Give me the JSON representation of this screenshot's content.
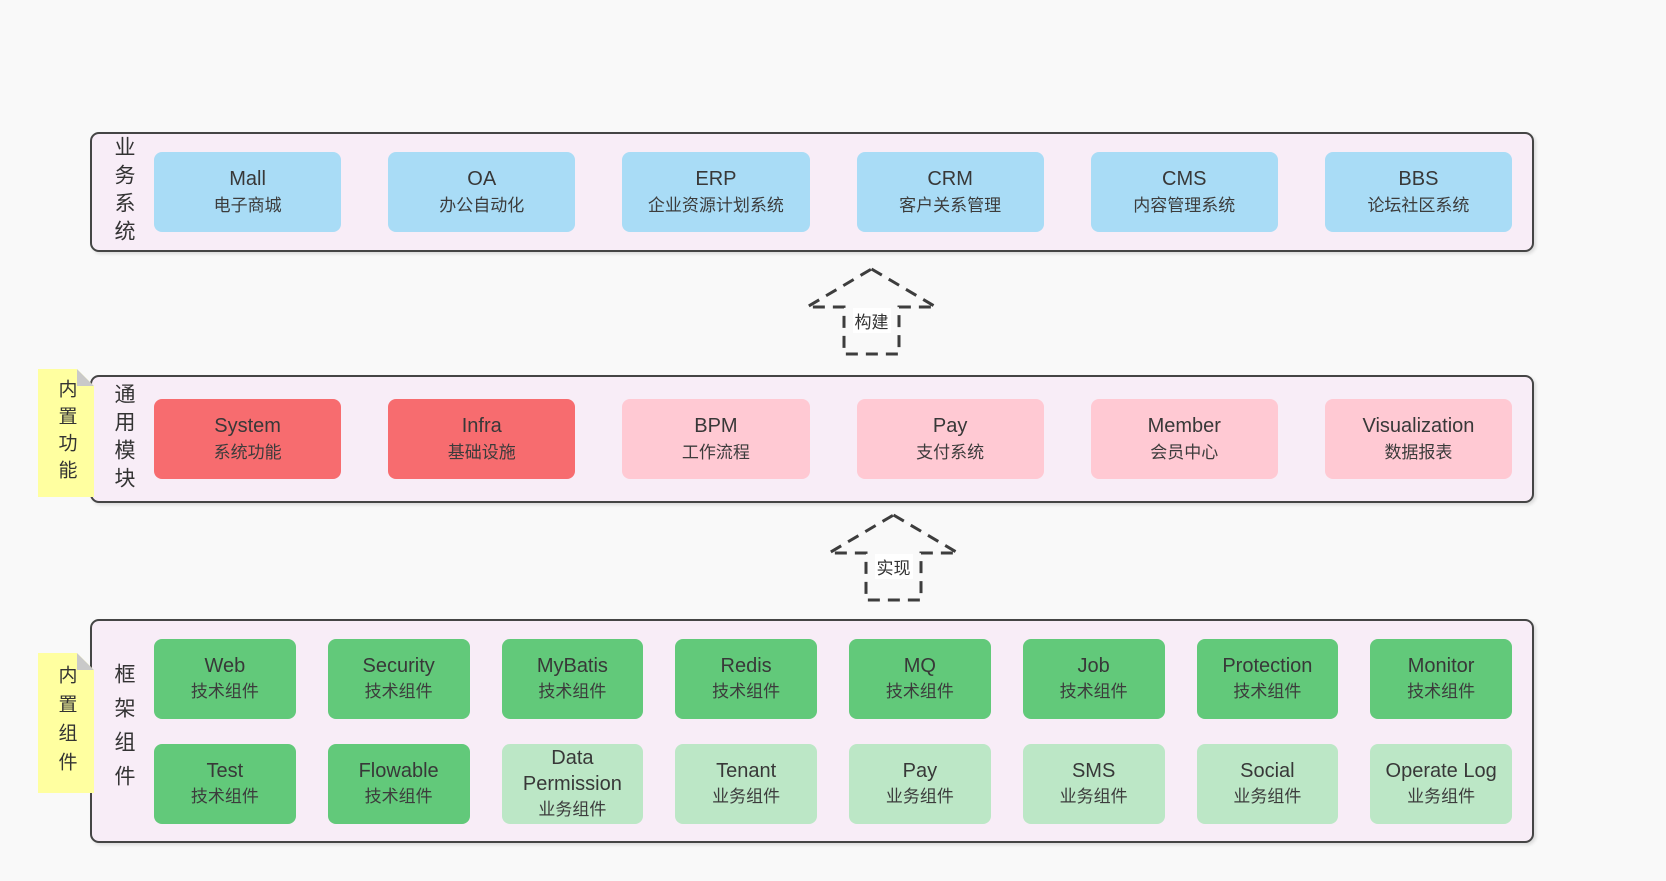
{
  "palette": {
    "page_bg": "#f9f9f9",
    "container_bg": "#f8edf7",
    "container_border": "#454545",
    "sticky": "#ffffa0",
    "fold": "#c9c9c9",
    "text": "#383838",
    "arrow": "#3d3d3d",
    "blue": "#a9dcf6",
    "red": "#f76c6f",
    "pink": "#ffc9d3",
    "green": "#62c97a",
    "lightgreen": "#bce7c6"
  },
  "arrows": [
    {
      "label": "构建"
    },
    {
      "label": "实现"
    }
  ],
  "stickies": [
    {
      "label": "内置功能"
    },
    {
      "label": "内置组件"
    }
  ],
  "layers": [
    {
      "label": "业务系统",
      "rows": [
        [
          {
            "title": "Mall",
            "subtitle": "电子商城",
            "color": "blue"
          },
          {
            "title": "OA",
            "subtitle": "办公自动化",
            "color": "blue"
          },
          {
            "title": "ERP",
            "subtitle": "企业资源计划系统",
            "color": "blue"
          },
          {
            "title": "CRM",
            "subtitle": "客户关系管理",
            "color": "blue"
          },
          {
            "title": "CMS",
            "subtitle": "内容管理系统",
            "color": "blue"
          },
          {
            "title": "BBS",
            "subtitle": "论坛社区系统",
            "color": "blue"
          }
        ]
      ]
    },
    {
      "label": "通用模块",
      "rows": [
        [
          {
            "title": "System",
            "subtitle": "系统功能",
            "color": "red"
          },
          {
            "title": "Infra",
            "subtitle": "基础设施",
            "color": "red"
          },
          {
            "title": "BPM",
            "subtitle": "工作流程",
            "color": "pink"
          },
          {
            "title": "Pay",
            "subtitle": "支付系统",
            "color": "pink"
          },
          {
            "title": "Member",
            "subtitle": "会员中心",
            "color": "pink"
          },
          {
            "title": "Visualization",
            "subtitle": "数据报表",
            "color": "pink"
          }
        ]
      ]
    },
    {
      "label": "框架组件",
      "rows": [
        [
          {
            "title": "Web",
            "subtitle": "技术组件",
            "color": "green"
          },
          {
            "title": "Security",
            "subtitle": "技术组件",
            "color": "green"
          },
          {
            "title": "MyBatis",
            "subtitle": "技术组件",
            "color": "green"
          },
          {
            "title": "Redis",
            "subtitle": "技术组件",
            "color": "green"
          },
          {
            "title": "MQ",
            "subtitle": "技术组件",
            "color": "green"
          },
          {
            "title": "Job",
            "subtitle": "技术组件",
            "color": "green"
          },
          {
            "title": "Protection",
            "subtitle": "技术组件",
            "color": "green"
          },
          {
            "title": "Monitor",
            "subtitle": "技术组件",
            "color": "green"
          }
        ],
        [
          {
            "title": "Test",
            "subtitle": "技术组件",
            "color": "green"
          },
          {
            "title": "Flowable",
            "subtitle": "技术组件",
            "color": "green"
          },
          {
            "title": "Data Permission",
            "subtitle": "业务组件",
            "color": "lightgreen"
          },
          {
            "title": "Tenant",
            "subtitle": "业务组件",
            "color": "lightgreen"
          },
          {
            "title": "Pay",
            "subtitle": "业务组件",
            "color": "lightgreen"
          },
          {
            "title": "SMS",
            "subtitle": "业务组件",
            "color": "lightgreen"
          },
          {
            "title": "Social",
            "subtitle": "业务组件",
            "color": "lightgreen"
          },
          {
            "title": "Operate Log",
            "subtitle": "业务组件",
            "color": "lightgreen"
          }
        ]
      ]
    }
  ]
}
